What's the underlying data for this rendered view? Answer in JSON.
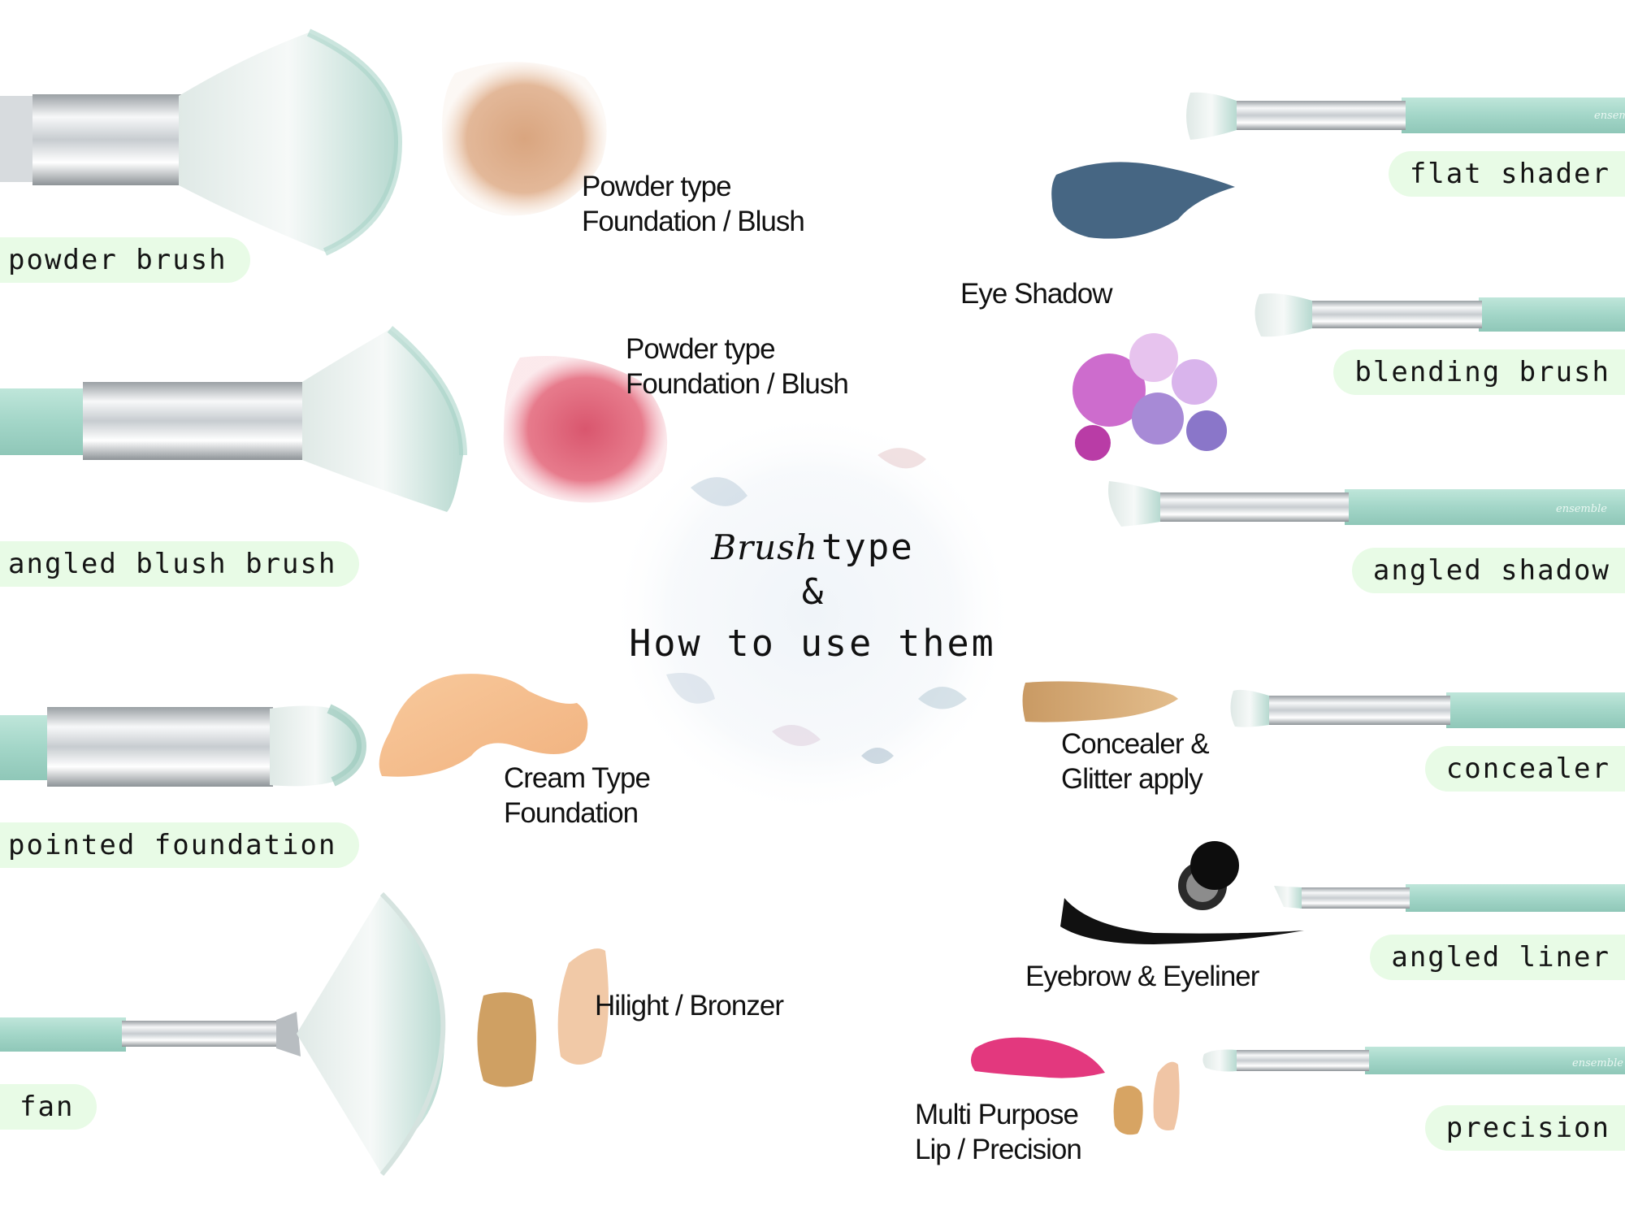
{
  "title": {
    "word1": "Brush",
    "word2": "type",
    "amp": "&",
    "line3": "How to use them"
  },
  "brushes": {
    "powder": "powder brush",
    "angled_blush": "angled blush brush",
    "pointed_foundation": "pointed foundation",
    "fan": "fan",
    "flat_shader": "flat shader",
    "blending": "blending brush",
    "angled_shadow": "angled shadow",
    "concealer": "concealer",
    "angled_liner": "angled liner",
    "precision": "precision"
  },
  "uses": {
    "powder_1": {
      "line1": "Powder type",
      "line2": "Foundation / Blush"
    },
    "powder_2": {
      "line1": "Powder type",
      "line2": "Foundation / Blush"
    },
    "cream": {
      "line1": "Cream Type",
      "line2": "Foundation"
    },
    "hilight": {
      "line1": "Hilight / Bronzer"
    },
    "eye_shadow": {
      "line1": "Eye Shadow"
    },
    "concealer": {
      "line1": "Concealer &",
      "line2": "Glitter apply"
    },
    "eyebrow": {
      "line1": "Eyebrow  & Eyeliner"
    },
    "lip": {
      "line1": "Multi Purpose",
      "line2": "Lip / Precision"
    }
  },
  "brand_mark": "ensemble",
  "colors": {
    "handle": "#a6d9cb",
    "bristle": "#f1f6f4",
    "ferrule": "#d9dde0",
    "pill": "#e8fbe6"
  }
}
